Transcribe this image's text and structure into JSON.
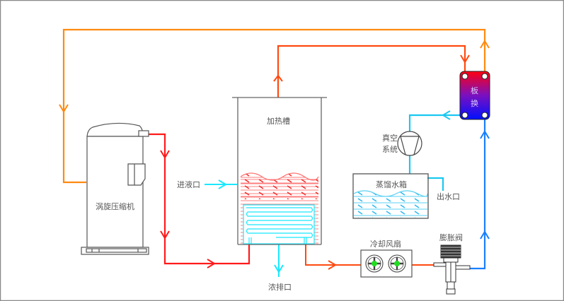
{
  "diagram": {
    "title": "",
    "components": {
      "compressor": {
        "label": "涡旋压缩机"
      },
      "heating_tank": {
        "label": "加热槽"
      },
      "liquid_inlet": {
        "label": "进液口"
      },
      "concentrate_outlet": {
        "label": "浓排口"
      },
      "vacuum_system": {
        "label_line1": "真空",
        "label_line2": "系统"
      },
      "distilled_tank": {
        "label": "蒸馏水箱"
      },
      "water_outlet": {
        "label": "出水口"
      },
      "cooling_fan": {
        "label": "冷却风扇"
      },
      "expansion_valve": {
        "label": "膨胀阀"
      },
      "plate_exchanger": {
        "label_line1": "板",
        "label_line2": "换"
      }
    },
    "colors": {
      "hot_gas": "#ff1a1a",
      "hot_return": "#ff4a10",
      "suction": "#ff8a10",
      "cold_liquid": "#1a7fff",
      "water": "#19c8f0",
      "inlet": "#19e8ff",
      "fan_hub": "#22dd22",
      "frame": "#8a8a8a",
      "outline": "#555555"
    }
  }
}
